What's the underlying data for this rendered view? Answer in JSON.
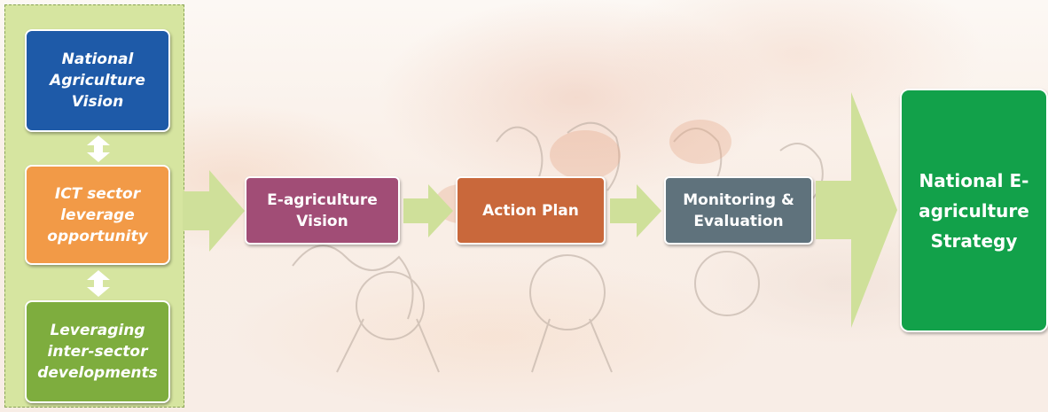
{
  "left_column": {
    "top_box": "National Agriculture Vision",
    "middle_box": "ICT sector leverage opportunity",
    "bottom_box": "Leveraging inter-sector developments"
  },
  "flow": {
    "step1": "E-agriculture Vision",
    "step2": "Action Plan",
    "step3": "Monitoring & Evaluation",
    "result": "National E-agriculture Strategy"
  },
  "colors": {
    "left_panel": "#d6e5a0",
    "national_vision": "#1e5aa8",
    "ict_sector": "#f29a47",
    "leveraging": "#7ead3e",
    "e_agriculture_vision": "#a14d76",
    "action_plan": "#c9683b",
    "monitoring": "#5f727c",
    "strategy": "#12a14a",
    "arrow": "#cfe09a"
  },
  "icons": [
    "double-headed-arrow-icon",
    "flow-arrow-icon"
  ]
}
